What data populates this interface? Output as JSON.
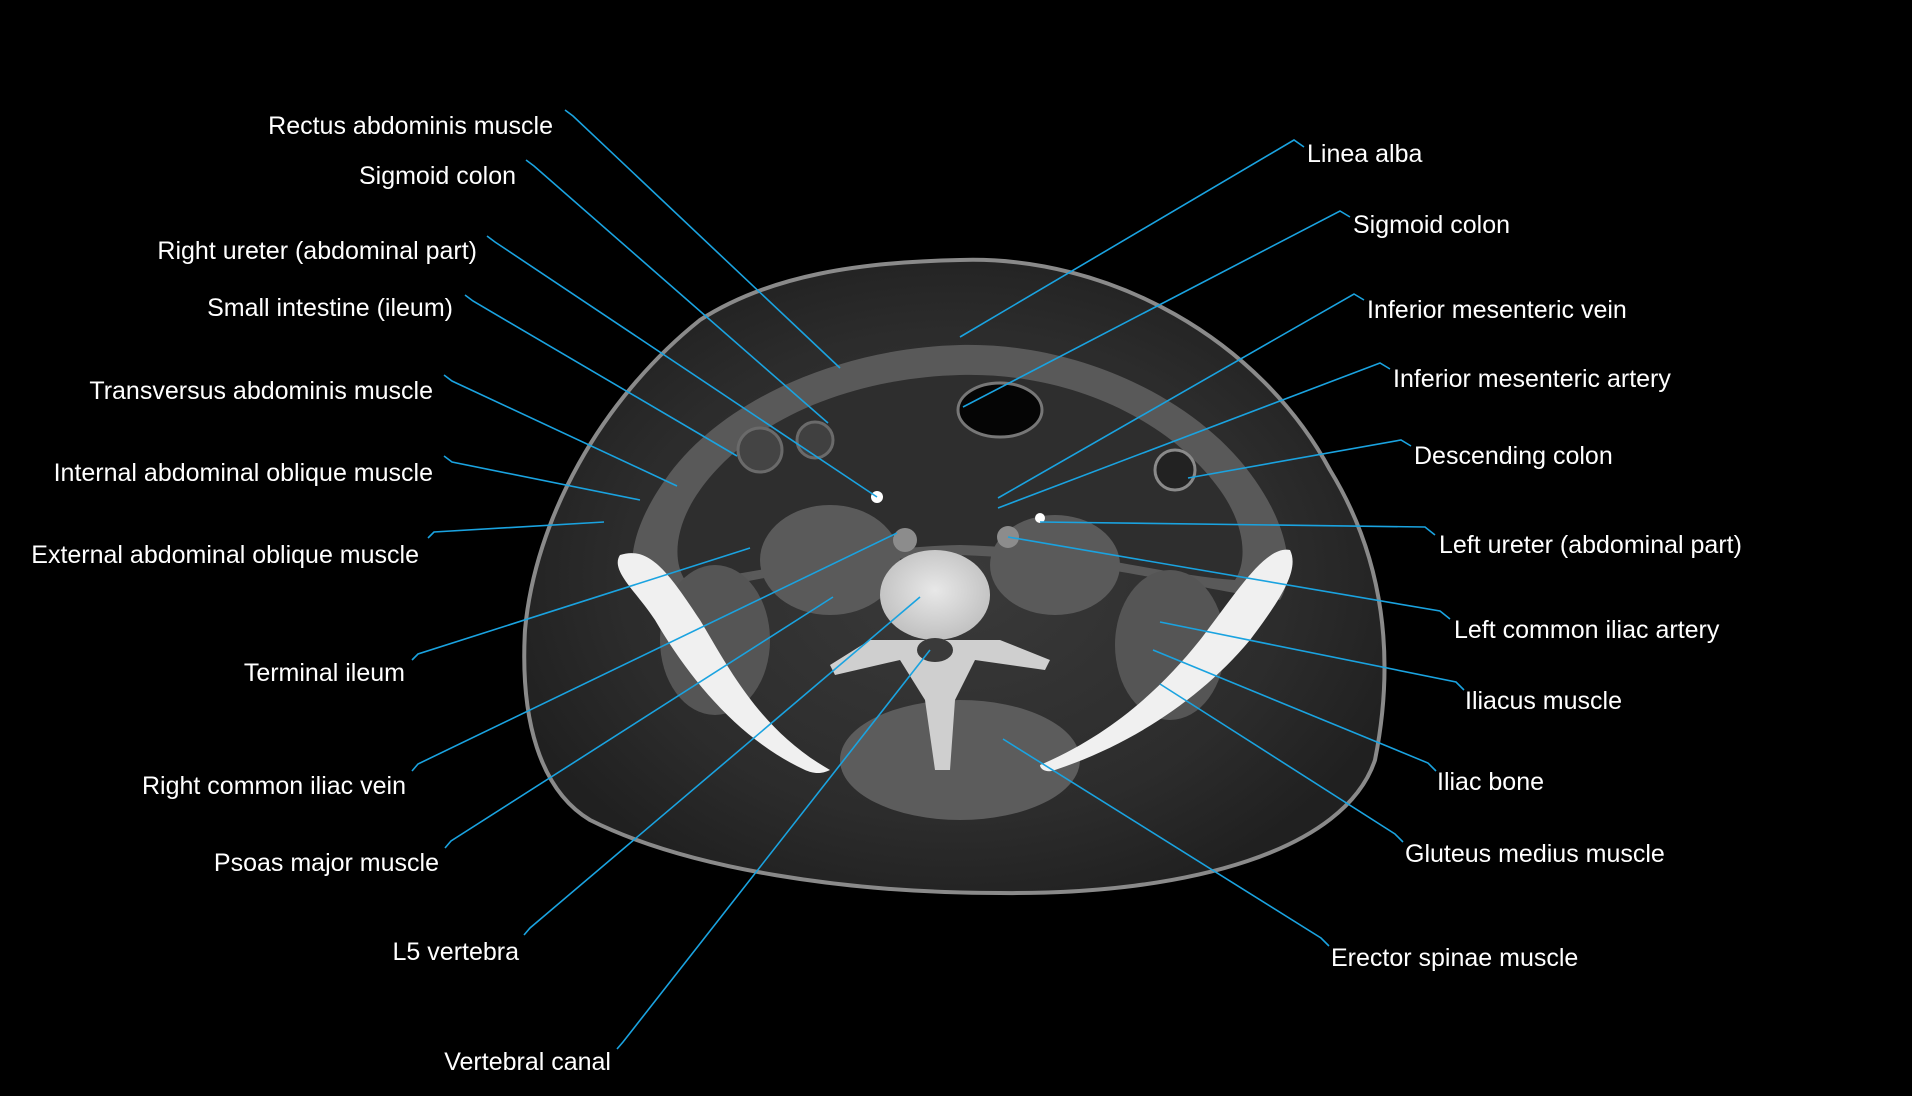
{
  "colors": {
    "background": "#000000",
    "leader_line": "#1aa3e0",
    "label_text": "#ffffff"
  },
  "labels": [
    {
      "text": "Rectus abdominis muscle",
      "side": "left"
    },
    {
      "text": "Sigmoid colon",
      "side": "left"
    },
    {
      "text": "Right ureter (abdominal part)",
      "side": "left"
    },
    {
      "text": "Small intestine (ileum)",
      "side": "left"
    },
    {
      "text": "Transversus abdominis muscle",
      "side": "left"
    },
    {
      "text": "Internal abdominal oblique muscle",
      "side": "left"
    },
    {
      "text": "External abdominal oblique muscle",
      "side": "left"
    },
    {
      "text": "Terminal ileum",
      "side": "left"
    },
    {
      "text": "Right common iliac vein",
      "side": "left"
    },
    {
      "text": "Psoas major muscle",
      "side": "left"
    },
    {
      "text": "L5 vertebra",
      "side": "left"
    },
    {
      "text": "Vertebral canal",
      "side": "left"
    },
    {
      "text": "Linea alba",
      "side": "right"
    },
    {
      "text": "Sigmoid colon",
      "side": "right"
    },
    {
      "text": "Inferior mesenteric vein",
      "side": "right"
    },
    {
      "text": "Inferior mesenteric artery",
      "side": "right"
    },
    {
      "text": "Descending colon",
      "side": "right"
    },
    {
      "text": "Left ureter (abdominal part)",
      "side": "right"
    },
    {
      "text": "Left common iliac artery",
      "side": "right"
    },
    {
      "text": "Iliacus muscle",
      "side": "right"
    },
    {
      "text": "Iliac bone",
      "side": "right"
    },
    {
      "text": "Gluteus medius muscle",
      "side": "right"
    },
    {
      "text": "Erector spinae muscle",
      "side": "right"
    }
  ]
}
